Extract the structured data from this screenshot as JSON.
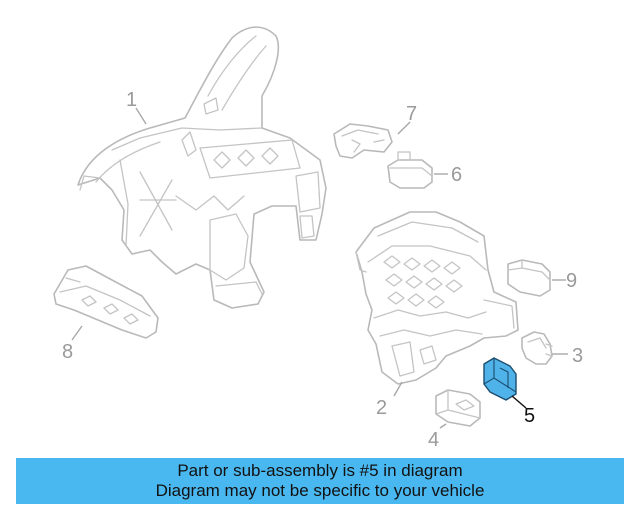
{
  "diagram": {
    "callouts": {
      "c1": "1",
      "c2": "2",
      "c3": "3",
      "c4": "4",
      "c5": "5",
      "c6": "6",
      "c7": "7",
      "c8": "8",
      "c9": "9"
    },
    "highlighted_part": "5",
    "highlight_color": "#4fb3ea"
  },
  "banner": {
    "line1": "Part or sub-assembly is #5 in diagram",
    "line2": "Diagram may not be specific to your vehicle",
    "background": "#4ab8f0"
  }
}
